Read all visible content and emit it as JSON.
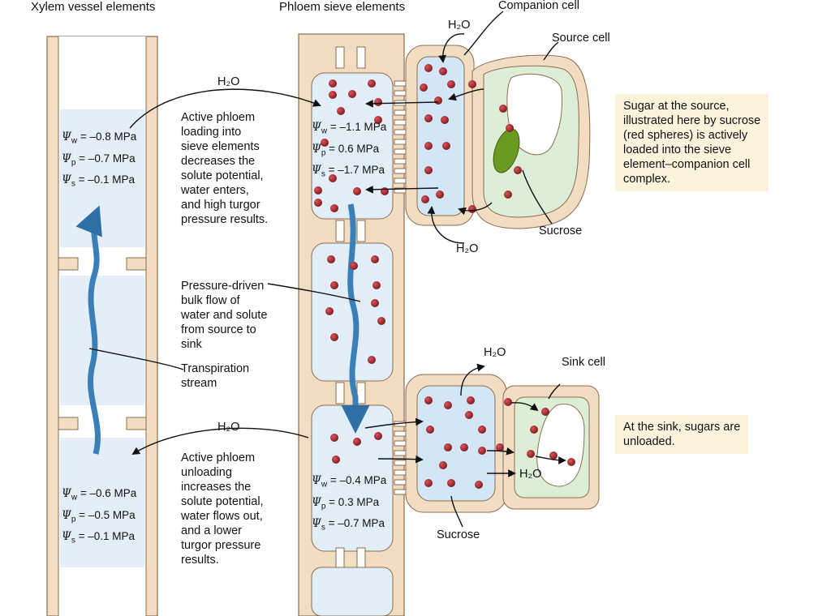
{
  "headers": {
    "xylem": "Xylem vessel elements",
    "phloem": "Phloem sieve elements",
    "companion": "Companion cell"
  },
  "labels": {
    "source_cell": "Source cell",
    "sink_cell": "Sink cell",
    "sucrose_top": "Sucrose",
    "sucrose_bottom": "Sucrose",
    "water": "H₂O",
    "transpiration": [
      "Transpiration",
      "stream"
    ],
    "bulk_flow": [
      "Pressure-driven",
      "bulk flow of",
      "water and solute",
      "from source to",
      "sink"
    ],
    "loading": [
      "Active phloem",
      "loading into",
      "sieve elements",
      "decreases the",
      "solute potential,",
      "water enters,",
      "and high turgor",
      "pressure results."
    ],
    "unloading": [
      "Active phloem",
      "unloading",
      "increases the",
      "solute potential,",
      "water flows out,",
      "and a lower",
      "turgor pressure",
      "results."
    ]
  },
  "notes": {
    "source": [
      "Sugar at the source,",
      "illustrated here by sucrose",
      "(red spheres) is actively",
      "loaded into the sieve",
      "element–companion cell",
      "complex."
    ],
    "sink": [
      "At the sink, sugars are",
      "unloaded."
    ]
  },
  "potentials": {
    "xylem_top": {
      "w": "= –0.8 MPa",
      "p": "= –0.7 MPa",
      "s": "= –0.1 MPa"
    },
    "xylem_bottom": {
      "w": "= –0.6 MPa",
      "p": "= –0.5 MPa",
      "s": "= –0.1 MPa"
    },
    "phloem_top": {
      "w": "= –1.1 MPa",
      "p": "=  0.6 MPa",
      "s": "= –1.7 MPa"
    },
    "phloem_bottom": {
      "w": "= –0.4 MPa",
      "p": "=  0.3 MPa",
      "s": "= –0.7 MPa"
    }
  },
  "symbols": {
    "psi": "Ψ",
    "w": "w",
    "p": "p",
    "s": "s"
  },
  "colors": {
    "cell_wall": "#f2dcc2",
    "wall_stroke": "#8a6c50",
    "sap": "#dbeaf6",
    "xylem_flow": "#3a7fb8",
    "sucrose": "#9b2226",
    "chloroplast": "#6a9a1f",
    "source_cytoplasm": "#dcefd6",
    "note_bg": "#fdf3dc"
  }
}
